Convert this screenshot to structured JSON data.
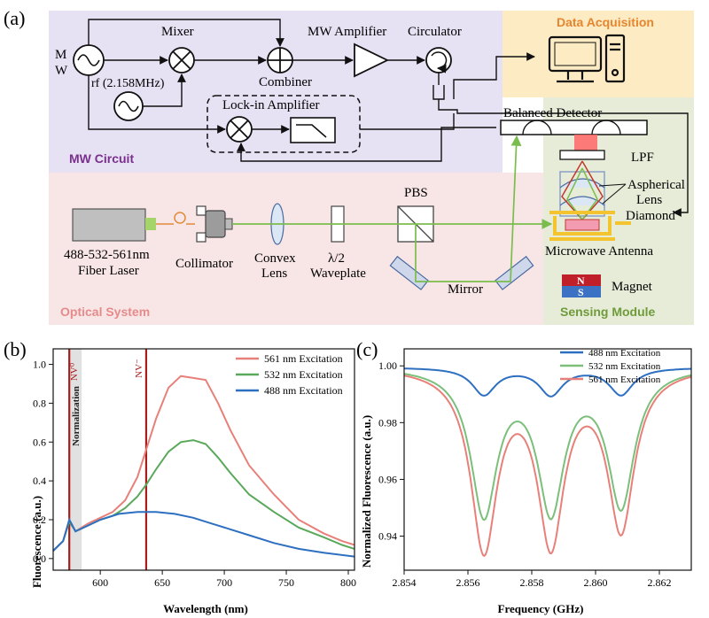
{
  "panel_a": {
    "label": "(a)",
    "sections": {
      "mw_circuit": "MW Circuit",
      "data_acquisition": "Data Acquisition",
      "optical_system": "Optical System",
      "sensing_module": "Sensing Module"
    },
    "components": {
      "mw_source_m": "M",
      "mw_source_w": "W",
      "mixer": "Mixer",
      "rf": "rf (2.158MHz)",
      "combiner": "Combiner",
      "mw_amplifier": "MW Amplifier",
      "circulator": "Circulator",
      "lockin": "Lock-in Amplifier",
      "balanced_detector": "Balanced Detector",
      "lpf": "LPF",
      "aspherical_lens_1": "Aspherical",
      "aspherical_lens_2": "Lens",
      "diamond": "Diamond",
      "microwave_antenna": "Microwave Antenna",
      "magnet": "Magnet",
      "magnet_n": "N",
      "magnet_s": "S",
      "fiber_laser_1": "488-532-561nm",
      "fiber_laser_2": "Fiber Laser",
      "collimator": "Collimator",
      "convex_lens_1": "Convex",
      "convex_lens_2": "Lens",
      "waveplate_1": "λ/2",
      "waveplate_2": "Waveplate",
      "pbs": "PBS",
      "mirror": "Mirror"
    },
    "colors": {
      "mw_bg": "#e6e1f3",
      "daq_bg": "#fdebc4",
      "optical_bg": "#f8e6e6",
      "sensing_bg": "#e6ecd8",
      "mw_title": "#7a2f8e",
      "daq_title": "#e6862e",
      "optical_title": "#e58b8b",
      "sensing_title": "#6f9b3a",
      "beam": "#7bbd4c"
    }
  },
  "panel_b": {
    "label": "(b)",
    "markers": {
      "nv0": "NV⁰",
      "nvm": "NV⁻",
      "normalization": "Normalization"
    },
    "chart_data": {
      "type": "line",
      "xlabel": "Wavelength (nm)",
      "ylabel": "Fluorescence (a.u.)",
      "xlim": [
        562,
        805
      ],
      "ylim": [
        -0.06,
        1.08
      ],
      "xticks": [
        600,
        650,
        700,
        750,
        800
      ],
      "yticks": [
        0.0,
        0.2,
        0.4,
        0.6,
        0.8,
        1.0
      ],
      "legend_position": "top-right",
      "vlines": [
        575,
        637
      ],
      "shaded_band": [
        575,
        585
      ],
      "series": [
        {
          "name": "561 nm Excitation",
          "color": "#e8807a",
          "points": [
            [
              562,
              0.04
            ],
            [
              570,
              0.09
            ],
            [
              575,
              0.2
            ],
            [
              580,
              0.14
            ],
            [
              590,
              0.18
            ],
            [
              600,
              0.21
            ],
            [
              610,
              0.24
            ],
            [
              620,
              0.3
            ],
            [
              630,
              0.42
            ],
            [
              637,
              0.56
            ],
            [
              645,
              0.72
            ],
            [
              655,
              0.88
            ],
            [
              665,
              0.94
            ],
            [
              675,
              0.93
            ],
            [
              685,
              0.92
            ],
            [
              695,
              0.8
            ],
            [
              705,
              0.66
            ],
            [
              720,
              0.48
            ],
            [
              740,
              0.33
            ],
            [
              760,
              0.2
            ],
            [
              780,
              0.13
            ],
            [
              795,
              0.09
            ],
            [
              805,
              0.07
            ]
          ]
        },
        {
          "name": "532 nm Excitation",
          "color": "#5aa85a",
          "points": [
            [
              562,
              0.04
            ],
            [
              570,
              0.09
            ],
            [
              575,
              0.19
            ],
            [
              580,
              0.14
            ],
            [
              590,
              0.17
            ],
            [
              600,
              0.2
            ],
            [
              610,
              0.22
            ],
            [
              620,
              0.26
            ],
            [
              630,
              0.32
            ],
            [
              637,
              0.38
            ],
            [
              645,
              0.46
            ],
            [
              655,
              0.55
            ],
            [
              665,
              0.6
            ],
            [
              675,
              0.61
            ],
            [
              685,
              0.59
            ],
            [
              695,
              0.52
            ],
            [
              705,
              0.44
            ],
            [
              720,
              0.33
            ],
            [
              740,
              0.24
            ],
            [
              760,
              0.16
            ],
            [
              780,
              0.11
            ],
            [
              795,
              0.07
            ],
            [
              805,
              0.05
            ]
          ]
        },
        {
          "name": "488 nm Excitation",
          "color": "#2d6fc0",
          "points": [
            [
              562,
              0.04
            ],
            [
              570,
              0.09
            ],
            [
              575,
              0.2
            ],
            [
              580,
              0.14
            ],
            [
              590,
              0.17
            ],
            [
              600,
              0.2
            ],
            [
              615,
              0.23
            ],
            [
              630,
              0.24
            ],
            [
              645,
              0.24
            ],
            [
              660,
              0.23
            ],
            [
              675,
              0.21
            ],
            [
              690,
              0.18
            ],
            [
              705,
              0.15
            ],
            [
              720,
              0.12
            ],
            [
              740,
              0.08
            ],
            [
              760,
              0.05
            ],
            [
              780,
              0.03
            ],
            [
              805,
              0.01
            ]
          ]
        }
      ]
    }
  },
  "panel_c": {
    "label": "(c)",
    "chart_data": {
      "type": "line",
      "xlabel": "Frequency (GHz)",
      "ylabel": "Normalized Fluorescence (a.u.)",
      "xlim": [
        2.854,
        2.863
      ],
      "ylim": [
        0.928,
        1.006
      ],
      "xticks": [
        2.854,
        2.856,
        2.858,
        2.86,
        2.862
      ],
      "yticks": [
        0.94,
        0.96,
        0.98,
        1.0
      ],
      "legend_position": "top-right",
      "dip_centers": [
        2.8565,
        2.8586,
        2.8608
      ],
      "series": [
        {
          "name": "488 nm Excitation",
          "color": "#2d6fc0",
          "baseline": 0.9995,
          "dip_depths": [
            0.0095,
            0.0095,
            0.0095
          ],
          "dip_widths": [
            0.00045,
            0.00045,
            0.00045
          ]
        },
        {
          "name": "532 nm Excitation",
          "color": "#7bbf7b",
          "baseline": 1.0,
          "dip_depths": [
            0.051,
            0.049,
            0.048
          ],
          "dip_widths": [
            0.0005,
            0.0005,
            0.0005
          ]
        },
        {
          "name": "561 nm Excitation",
          "color": "#e8807a",
          "baseline": 1.0,
          "dip_depths": [
            0.063,
            0.06,
            0.056
          ],
          "dip_widths": [
            0.0005,
            0.0005,
            0.0005
          ]
        }
      ]
    }
  }
}
